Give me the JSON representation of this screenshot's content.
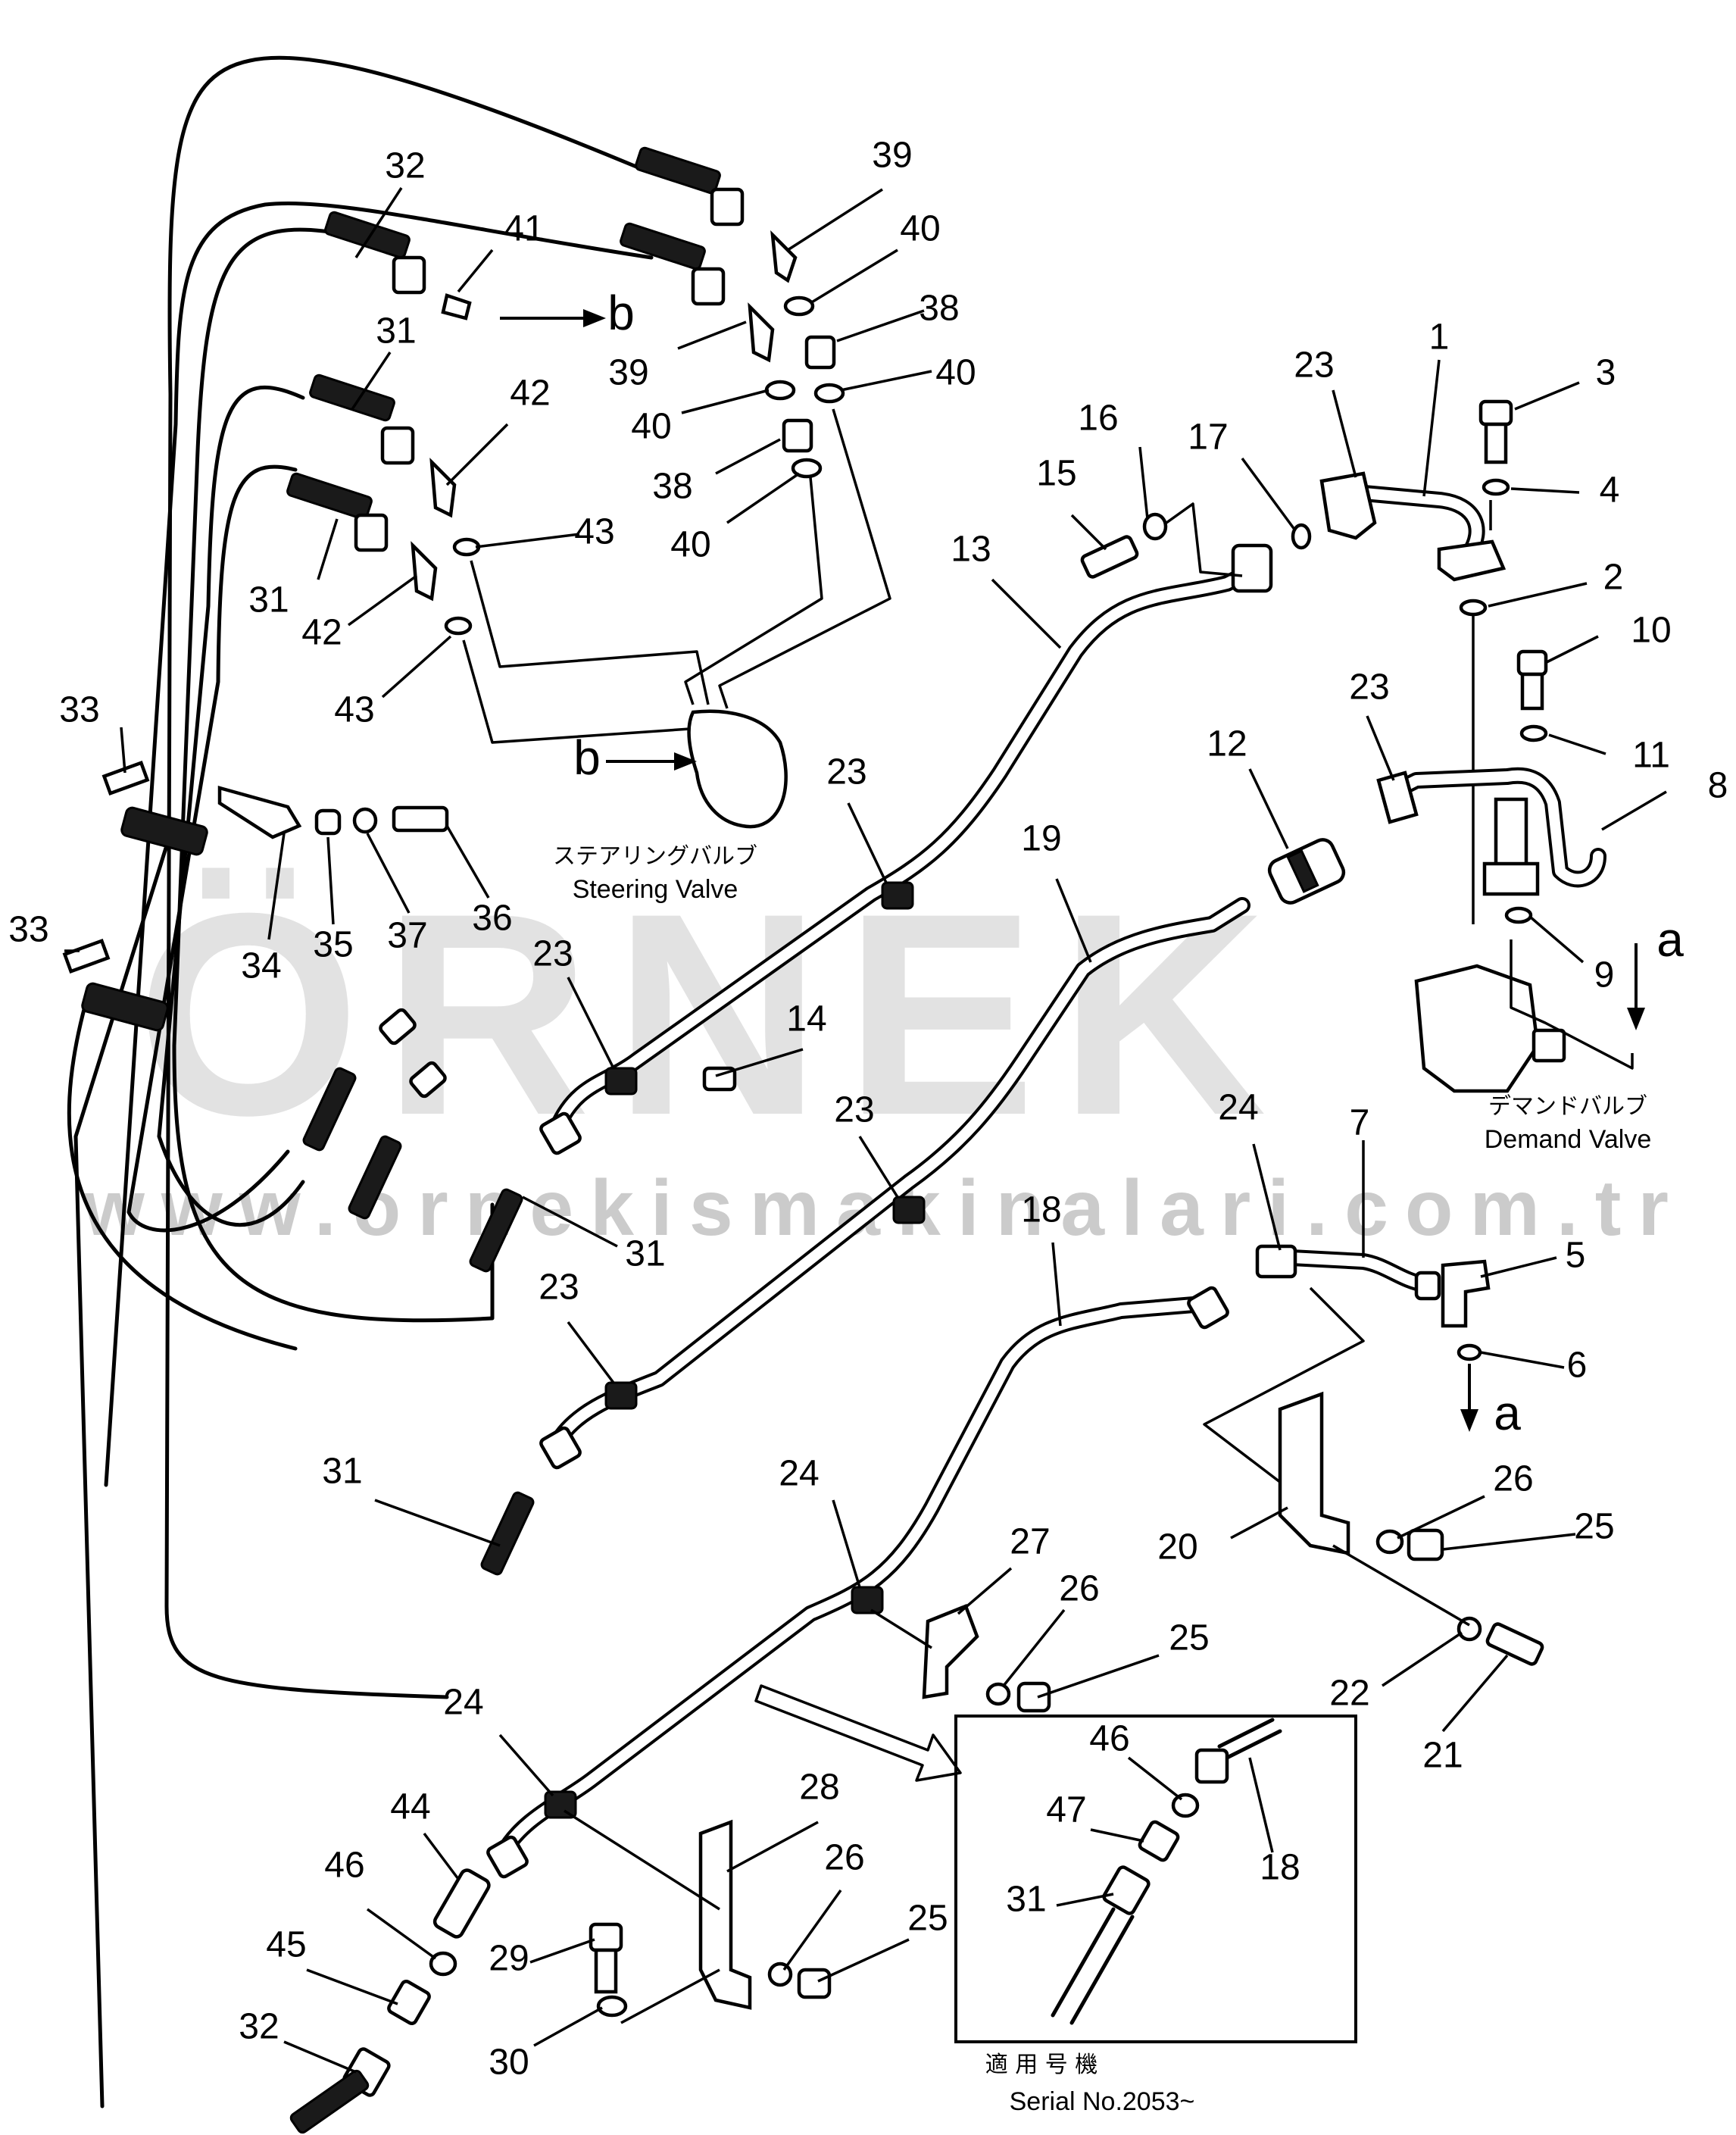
{
  "watermark": {
    "logo": "ÖRNEK",
    "url": "www.ornekismakinalari.com.tr",
    "accent_color": "#f5c842"
  },
  "captions": {
    "steering_valve_jp": "ステアリングバルブ",
    "steering_valve_en": "Steering Valve",
    "demand_valve_jp": "デマンドバルブ",
    "demand_valve_en": "Demand Valve",
    "serial_jp": "適 用 号 機",
    "serial_en": "Serial No.2053~"
  },
  "section_letters": {
    "a": "a",
    "b": "b"
  },
  "callouts": [
    "1",
    "2",
    "3",
    "4",
    "5",
    "6",
    "7",
    "8",
    "9",
    "10",
    "11",
    "12",
    "13",
    "14",
    "15",
    "16",
    "17",
    "18",
    "19",
    "20",
    "21",
    "22",
    "23",
    "24",
    "25",
    "26",
    "27",
    "28",
    "29",
    "30",
    "31",
    "32",
    "33",
    "34",
    "35",
    "36",
    "37",
    "38",
    "39",
    "40",
    "41",
    "42",
    "43",
    "44",
    "45",
    "46",
    "47"
  ]
}
